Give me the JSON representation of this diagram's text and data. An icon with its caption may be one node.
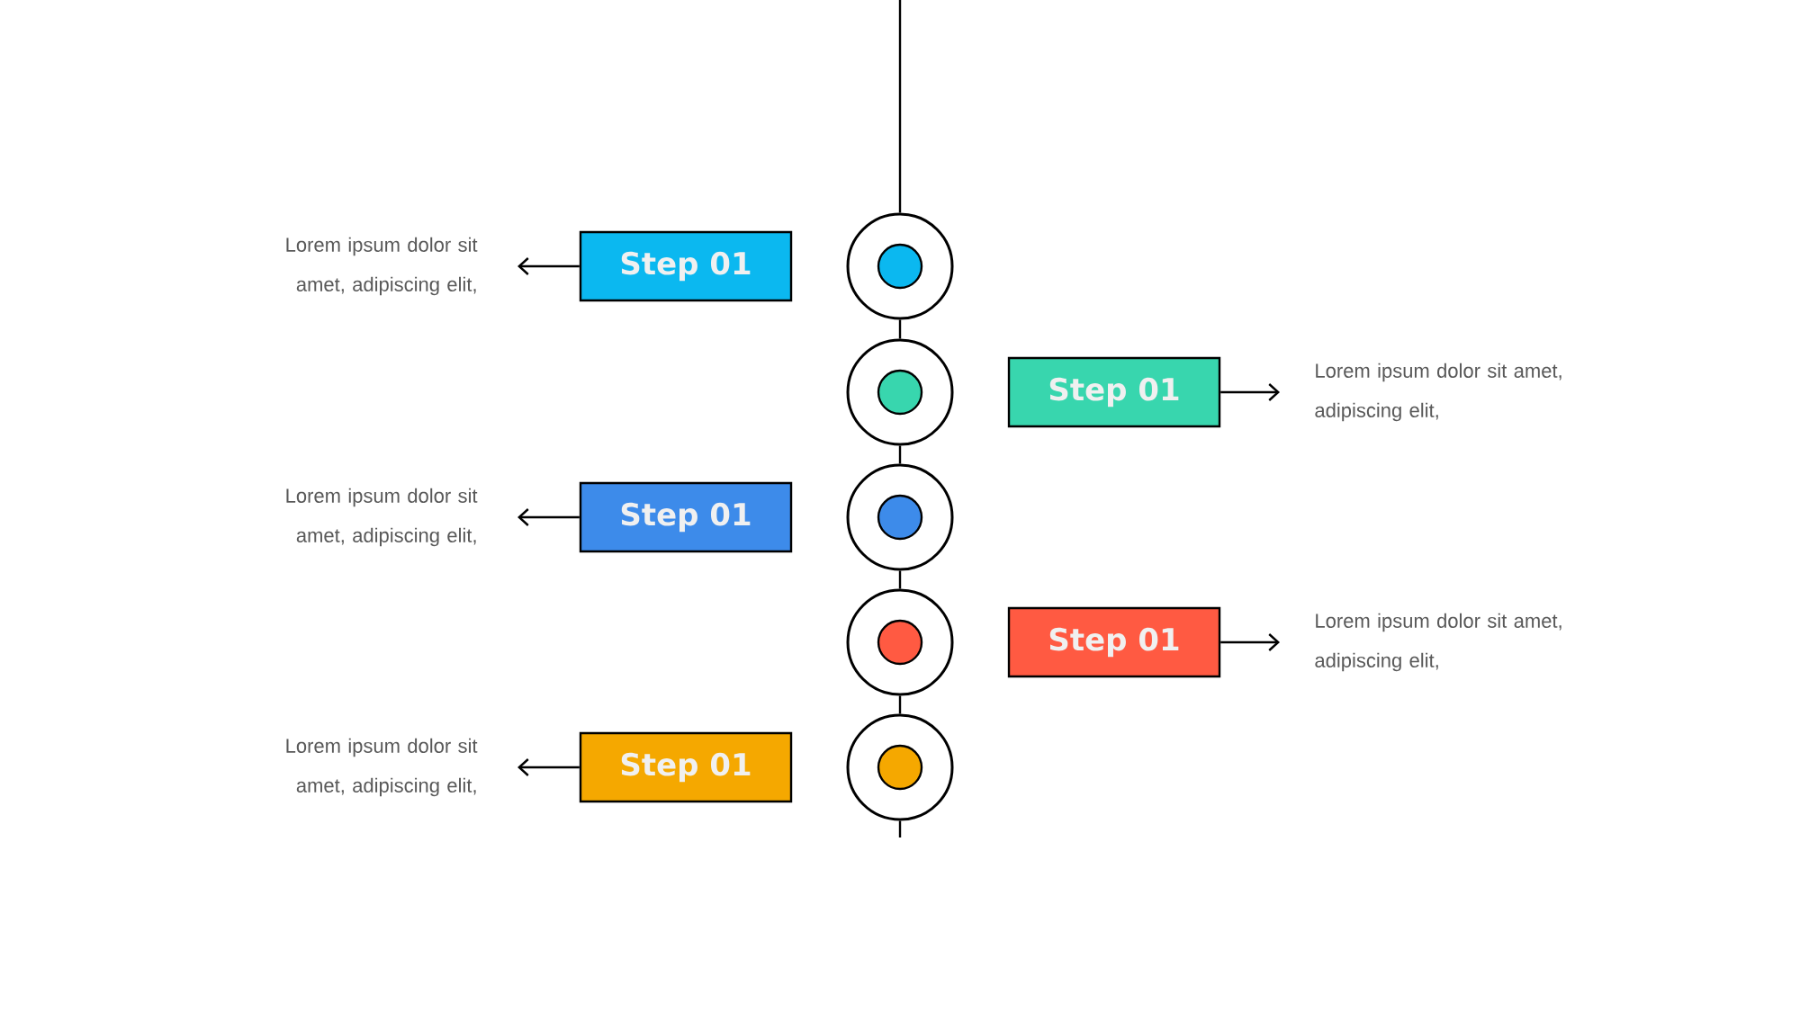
{
  "diagram": {
    "nodes": [
      {
        "text": [],
        "shape": "circle"
      },
      {
        "text": [],
        "shape": "circle"
      },
      {
        "text": [],
        "shape": "circle"
      },
      {
        "text": [],
        "shape": "circle"
      },
      {
        "text": [],
        "shape": "circle"
      },
      {
        "text": [
          "Step 01"
        ]
      },
      {
        "text": [
          "Step 01"
        ]
      },
      {
        "text": [
          "Step 01"
        ]
      },
      {
        "text": [
          "Step 01"
        ]
      },
      {
        "text": [
          "Step 01"
        ]
      },
      {
        "text": [
          "Lorem ipsum dolor sit amet, adipiscing elit,"
        ]
      },
      {
        "text": [
          "Lorem ipsum dolor sit amet, adipiscing elit,"
        ]
      },
      {
        "text": [
          "Lorem ipsum dolor sit amet, adipiscing elit,"
        ]
      },
      {
        "text": [
          "Lorem ipsum dolor sit amet, adipiscing elit,"
        ]
      },
      {
        "text": [
          "Lorem ipsum dolor sit amet, adipiscing elit,"
        ]
      }
    ],
    "edges": [
      {
        "from": null,
        "to": 0,
        "arrow": "none"
      },
      {
        "from": 0,
        "to": 1,
        "arrow": "none"
      },
      {
        "from": 1,
        "to": 2,
        "arrow": "none"
      },
      {
        "from": 2,
        "to": 3,
        "arrow": "none"
      },
      {
        "from": 3,
        "to": 4,
        "arrow": "none"
      },
      {
        "from": 4,
        "to": null,
        "arrow": "none"
      },
      {
        "from": 5,
        "to": 10,
        "arrow": "to"
      },
      {
        "from": 6,
        "to": 11,
        "arrow": "to"
      },
      {
        "from": 7,
        "to": 12,
        "arrow": "to"
      },
      {
        "from": 8,
        "to": 13,
        "arrow": "to"
      },
      {
        "from": 9,
        "to": 14,
        "arrow": "to"
      }
    ]
  }
}
